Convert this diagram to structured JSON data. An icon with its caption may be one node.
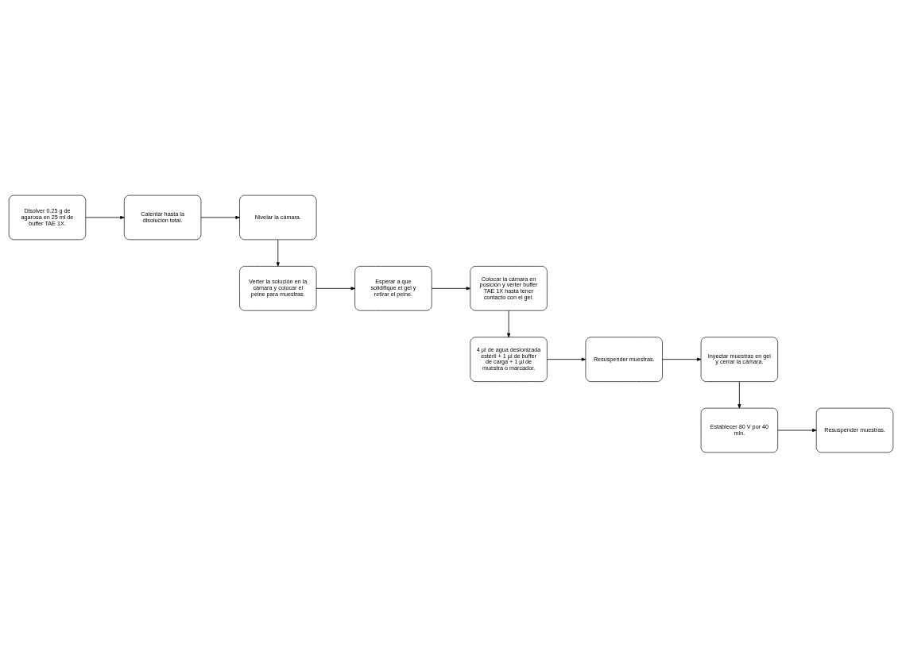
{
  "diagram": {
    "nodes": [
      {
        "text": [
          "Disolver 0.25 g de agarosa en 25 ml de buffer TAE 1X."
        ]
      },
      {
        "text": [
          "Calentar hasta la disolución total."
        ]
      },
      {
        "text": [
          "Nivelar la cámara."
        ]
      },
      {
        "text": [
          "Colocar la cámara en posición y verter buffer TAE 1X hasta tener contacto con el gel."
        ]
      },
      {
        "text": [
          "Esperar a que solidifique el gel y retirar el peine."
        ]
      },
      {
        "text": [
          "Verter la solución en la cámara y colocar el peine para muestras."
        ]
      },
      {
        "text": [
          "4 µl de agua desionizada estéril + 1 µl de buffer de carga + 1 µl de muestra o marcador."
        ]
      },
      {
        "text": [
          "Resuspender muestras."
        ]
      },
      {
        "text": [
          "Inyectar muestras en gel y cerrar la cámara."
        ]
      },
      {
        "text": [
          "Resuspender muestras."
        ]
      },
      {
        "text": [
          "Establecer 80 V por 40 min."
        ]
      }
    ],
    "edges": [
      {
        "from": 0,
        "to": 1,
        "arrow": "to"
      },
      {
        "from": 1,
        "to": 2,
        "arrow": "to"
      },
      {
        "from": 2,
        "to": 5,
        "arrow": "to"
      },
      {
        "from": 5,
        "to": 4,
        "arrow": "to"
      },
      {
        "from": 4,
        "to": 3,
        "arrow": "to"
      },
      {
        "from": 3,
        "to": 6,
        "arrow": "to"
      },
      {
        "from": 6,
        "to": 7,
        "arrow": "to"
      },
      {
        "from": 7,
        "to": 8,
        "arrow": "to"
      },
      {
        "from": 8,
        "to": 10,
        "arrow": "to"
      },
      {
        "from": 10,
        "to": 9,
        "arrow": "to"
      }
    ]
  }
}
